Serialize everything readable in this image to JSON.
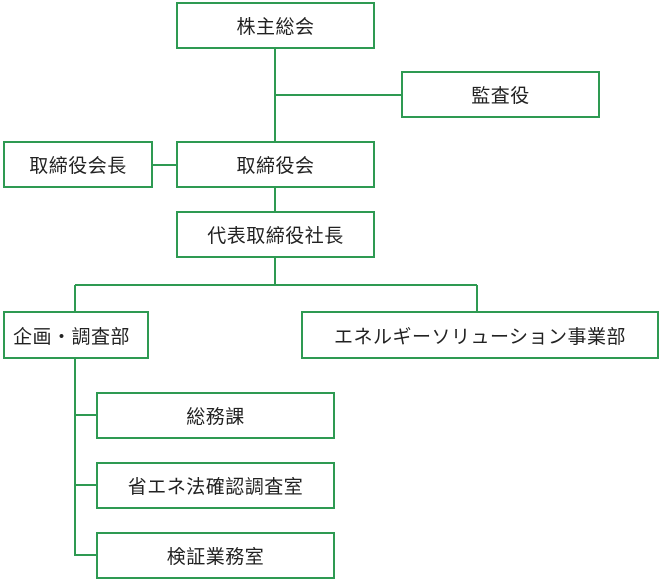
{
  "colors": {
    "accent": "#2e9a52",
    "text": "#222222",
    "background": "#ffffff"
  },
  "org_chart": {
    "shareholders_meeting": "株主総会",
    "auditor": "監査役",
    "board_chairman": "取締役会長",
    "board_of_directors": "取締役会",
    "president": "代表取締役社長",
    "planning_research_dept": "企画・調査部",
    "energy_solution_dept": "エネルギーソリューション事業部",
    "general_affairs_section": "総務課",
    "energy_saving_law_office": "省エネ法確認調査室",
    "verification_office": "検証業務室"
  }
}
